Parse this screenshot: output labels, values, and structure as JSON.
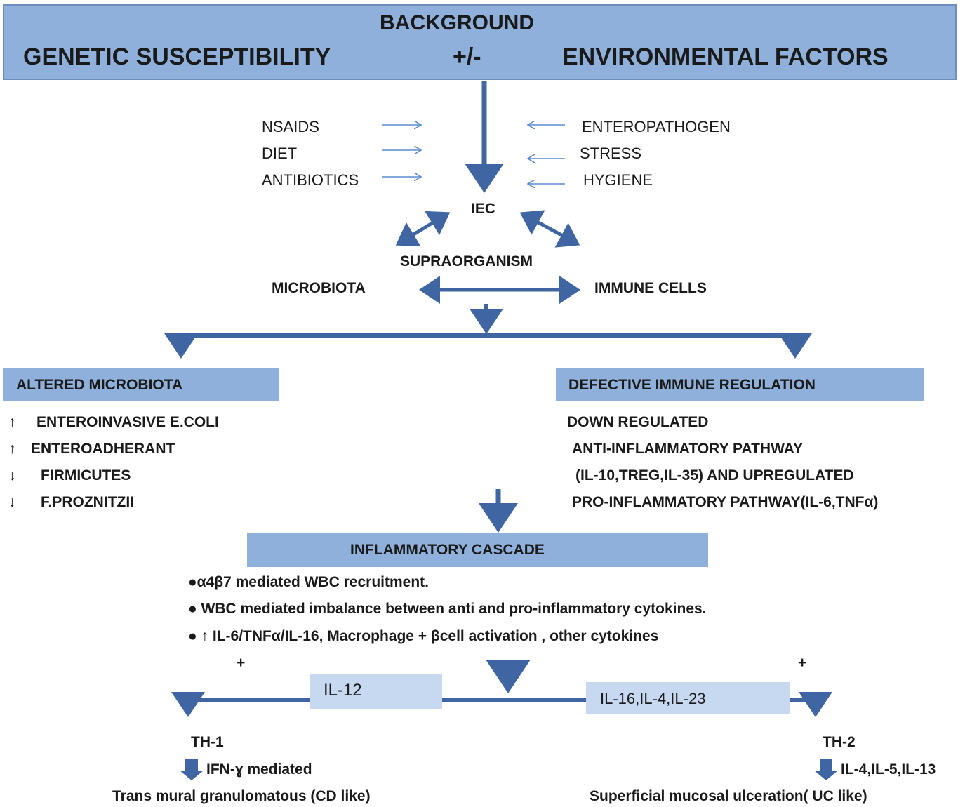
{
  "header": {
    "title": "BACKGROUND",
    "left": "GENETIC SUSCEPTIBILITY",
    "mid": "+/-",
    "right": "ENVIRONMENTAL FACTORS"
  },
  "factors_left": [
    "NSAIDS",
    "DIET",
    "ANTIBIOTICS"
  ],
  "factors_right": [
    "ENTEROPATHOGEN",
    "STRESS",
    "HYGIENE"
  ],
  "iec": "IEC",
  "supraorganism": {
    "label": "SUPRAORGANISM",
    "left": "MICROBIOTA",
    "right": "IMMUNE CELLS"
  },
  "altered_microbiota": {
    "title": "ALTERED MICROBIOTA",
    "items": [
      {
        "arrow": "↑",
        "text": "ENTEROINVASIVE E.COLI"
      },
      {
        "arrow": "↑",
        "text": "ENTEROADHERANT"
      },
      {
        "arrow": "↓",
        "text": "FIRMICUTES"
      },
      {
        "arrow": "↓",
        "text": "F.PROZNITZII"
      }
    ]
  },
  "defective_immune": {
    "title": "DEFECTIVE IMMUNE REGULATION",
    "lines": [
      "DOWN REGULATED",
      "ANTI-INFLAMMATORY PATHWAY",
      "(IL-10,TREG,IL-35)  AND UPREGULATED",
      "PRO-INFLAMMATORY PATHWAY(IL-6,TNFα)"
    ]
  },
  "cascade": {
    "title": "INFLAMMATORY CASCADE",
    "bullets": [
      "●α4β7 mediated WBC recruitment.",
      "● WBC mediated imbalance between anti and pro-inflammatory cytokines.",
      "● ↑  IL-6/TNFα/IL-16, Macrophage + βcell activation , other cytokines"
    ]
  },
  "plus_left": "+",
  "plus_right": "+",
  "il12": "IL-12",
  "il16": "IL-16,IL-4,IL-23",
  "th1": {
    "label": "TH-1",
    "mediator": "IFN-ɣ  mediated",
    "outcome": "Trans mural granulomatous (CD like)"
  },
  "th2": {
    "label": "TH-2",
    "mediator": "IL-4,IL-5,IL-13",
    "outcome": "Superficial mucosal ulceration( UC like)"
  },
  "colors": {
    "box": "#8eb0da",
    "box_light": "#c6d9f1",
    "arrow_dark": "#3f66a3",
    "arrow_thin": "#5b8bd0"
  }
}
